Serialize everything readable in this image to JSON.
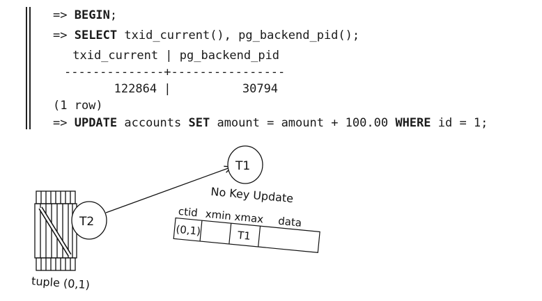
{
  "code": {
    "line1": {
      "prompt": "=> ",
      "kw1": "BEGIN",
      "rest": ";"
    },
    "line2": {
      "prompt": "=> ",
      "kw1": "SELECT",
      "rest": " txid_current(), pg_backend_pid();"
    },
    "line3": " txid_current | pg_backend_pid",
    "line4": "--------------+----------------",
    "line5": "       122864 |          30794",
    "line6": "(1 row)",
    "line7": {
      "prompt": "=> ",
      "kw1": "UPDATE",
      "t1": " accounts ",
      "kw2": "SET",
      "t2": " amount = amount + 100.00 ",
      "kw3": "WHERE",
      "t3": " id = 1;"
    }
  },
  "diagram": {
    "transaction_t1": "T1",
    "transaction_t2": "T2",
    "lock_mode": "No Key Update",
    "tuple_label": "tuple (0,1)",
    "table_headers": [
      "ctid",
      "xmin",
      "xmax",
      "data"
    ],
    "row": {
      "ctid": "(0,1)",
      "xmin": "",
      "xmax": "T1",
      "data": ""
    }
  }
}
